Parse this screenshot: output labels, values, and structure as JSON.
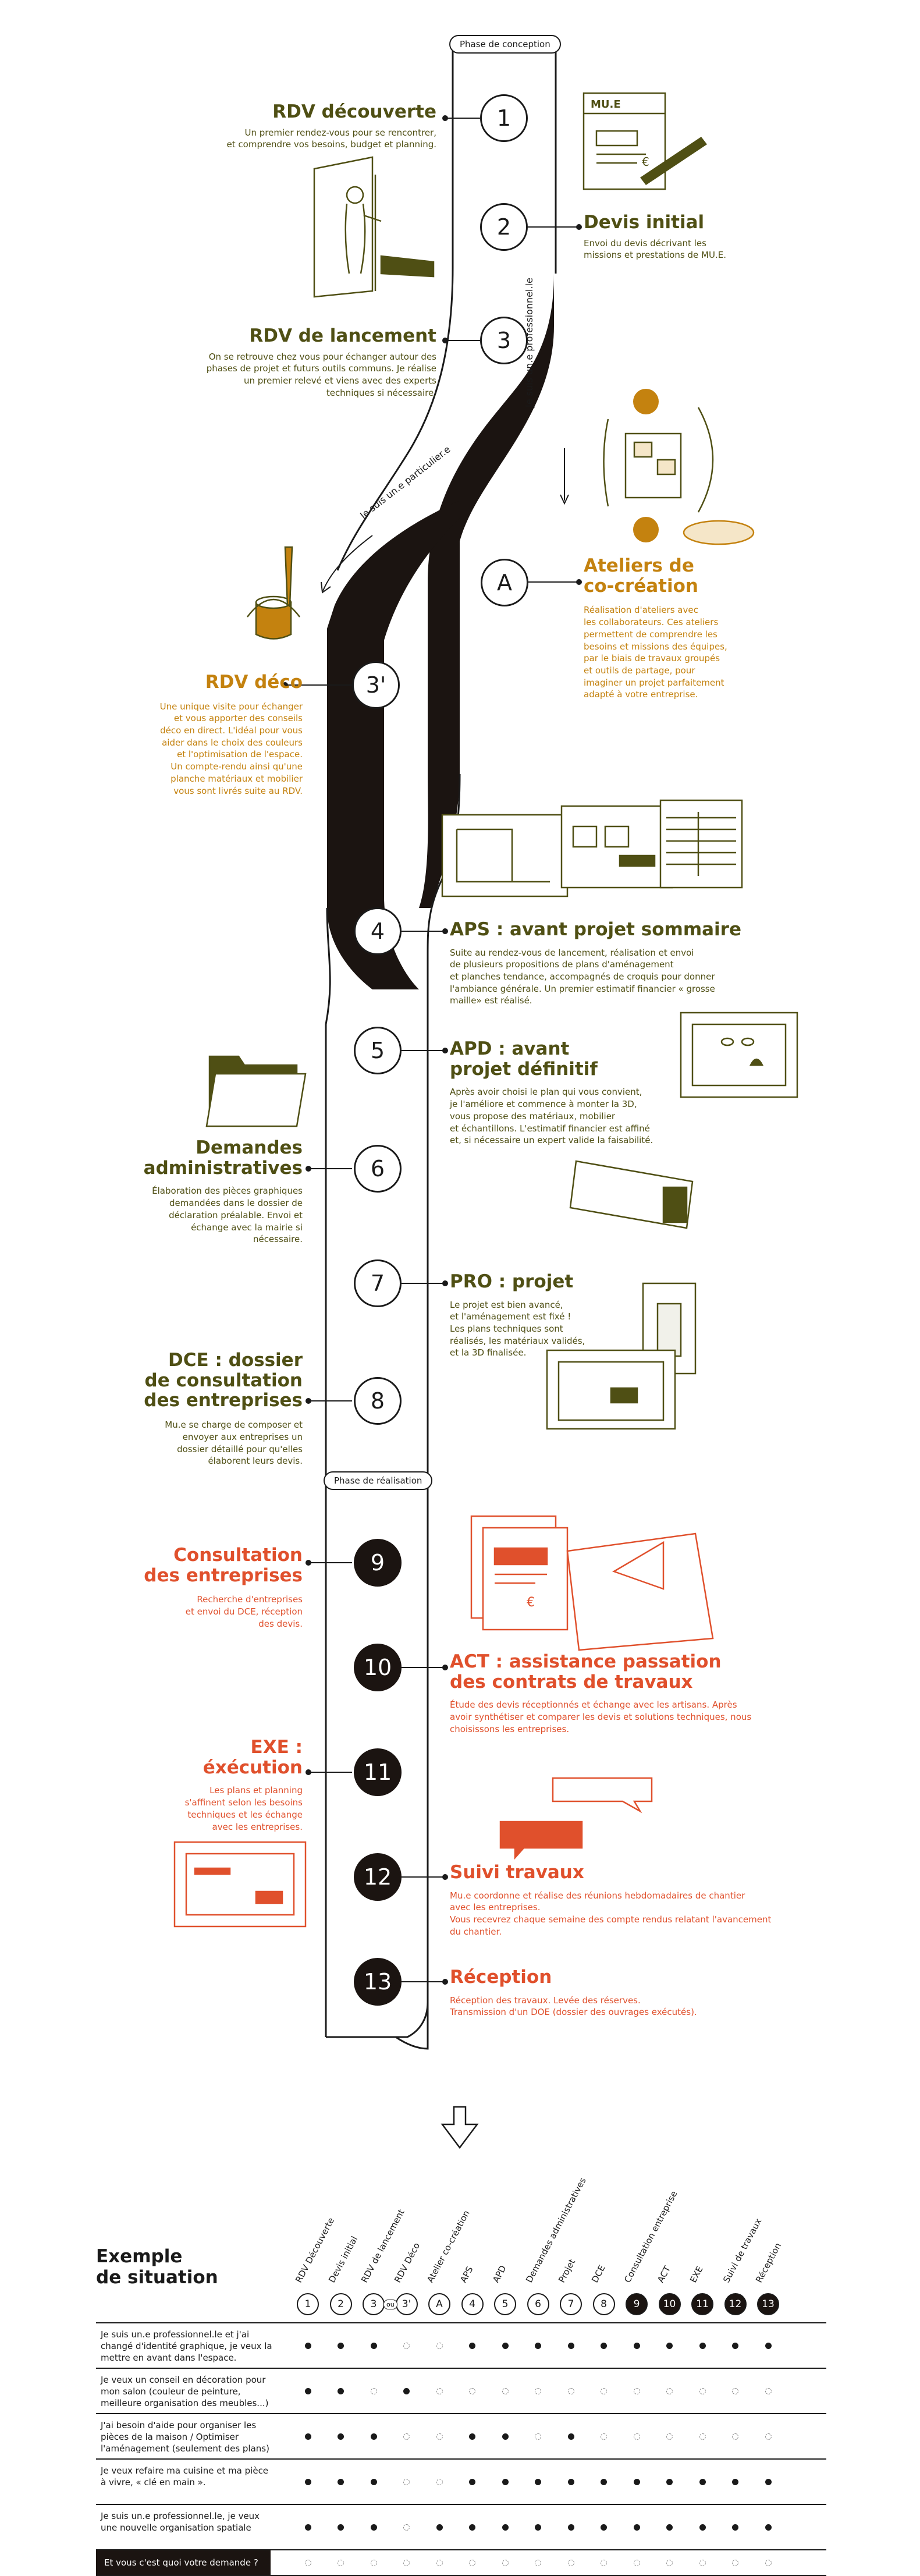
{
  "phases": {
    "conception": "Phase de conception",
    "realisation": "Phase de réalisation"
  },
  "paths": {
    "professional": "Je suis un.e professionnel.le",
    "private": "Je suis un.e particulier.e"
  },
  "steps": [
    {
      "num": "1",
      "title": "RDV découverte",
      "desc": "Un premier rendez-vous pour se rencontrer,\net comprendre vos besoins, budget et planning."
    },
    {
      "num": "2",
      "title": "Devis initial",
      "desc": "Envoi du devis décrivant les\nmissions et prestations de MU.E."
    },
    {
      "num": "3",
      "title": "RDV de lancement",
      "desc": "On se retrouve chez vous pour échanger autour des\nphases de projet et futurs outils communs. Je réalise\nun premier relevé et viens avec des experts\ntechniques si nécessaire."
    },
    {
      "num": "A",
      "title": "Ateliers de\nco-création",
      "desc": "Réalisation d'ateliers avec\nles collaborateurs. Ces ateliers\npermettent de comprendre les\nbesoins et missions des équipes,\npar le biais de travaux groupés\net outils de partage, pour\nimaginer un projet parfaitement\nadapté à votre entreprise."
    },
    {
      "num": "3'",
      "title": "RDV déco",
      "desc": "Une unique visite pour échanger\net vous apporter des conseils\ndéco en direct. L'idéal pour vous\naider dans le choix des couleurs\net l'optimisation de l'espace.\nUn compte-rendu ainsi qu'une\nplanche matériaux et mobilier\nvous sont livrés suite au RDV."
    },
    {
      "num": "4",
      "title": "APS : avant projet sommaire",
      "desc": "Suite au rendez-vous de lancement, réalisation et envoi\nde plusieurs propositions de plans d'aménagement\net planches tendance, accompagnés de croquis pour donner\nl'ambiance générale. Un premier estimatif financier « grosse\nmaille» est réalisé."
    },
    {
      "num": "5",
      "title": "APD : avant\nprojet définitif",
      "desc": "Après avoir choisi le plan qui vous convient,\nje l'améliore et commence à monter la 3D,\nvous propose des matériaux, mobilier\net échantillons. L'estimatif financier est affiné\net, si nécessaire un expert valide la faisabilité."
    },
    {
      "num": "6",
      "title": "Demandes\nadministratives",
      "desc": "Élaboration des pièces graphiques\ndemandées dans le dossier de\ndéclaration préalable. Envoi et\néchange avec la mairie si\nnécessaire."
    },
    {
      "num": "7",
      "title": "PRO : projet",
      "desc": "Le projet est bien avancé,\net l'aménagement est fixé !\nLes plans techniques sont\nréalisés, les matériaux validés,\net la 3D finalisée."
    },
    {
      "num": "8",
      "title": "DCE : dossier\nde consultation\ndes entreprises",
      "desc": "Mu.e se charge de composer et\nenvoyer aux entreprises un\ndossier détaillé pour qu'elles\nélaborent leurs devis."
    },
    {
      "num": "9",
      "title": "Consultation\ndes entreprises",
      "desc": "Recherche d'entreprises\net envoi du DCE, réception\ndes devis."
    },
    {
      "num": "10",
      "title": "ACT : assistance passation\ndes contrats de travaux",
      "desc": "Étude des devis réceptionnés et échange avec les artisans. Après\navoir synthétiser et comparer les devis et solutions techniques, nous\nchoisissons les entreprises."
    },
    {
      "num": "11",
      "title": "EXE :\néxécution",
      "desc": "Les plans et planning\ns'affinent selon les besoins\ntechniques et les échange\navec les entreprises."
    },
    {
      "num": "12",
      "title": "Suivi travaux",
      "desc": "Mu.e coordonne et réalise des réunions hebdomadaires de chantier\navec les entreprises.\nVous recevrez chaque semaine des compte rendus relatant l'avancement\ndu chantier."
    },
    {
      "num": "13",
      "title": "Réception",
      "desc": "Réception des travaux. Levée des réserves.\nTransmission d'un DOE (dossier des ouvrages exécutés)."
    }
  ],
  "illustrations": {
    "devis_label": "MU.E",
    "devis_currency": "€",
    "consultation_currency": "€"
  },
  "matrix": {
    "title": "Exemple\nde situation",
    "or_label": "ou",
    "columns": [
      {
        "num": "1",
        "label": "RDV Découverte",
        "dark": false
      },
      {
        "num": "2",
        "label": "Devis initial",
        "dark": false
      },
      {
        "num": "3",
        "label": "RDV de lancement",
        "dark": false
      },
      {
        "num": "3'",
        "label": "RDV Déco",
        "dark": false
      },
      {
        "num": "A",
        "label": "Atelier co-création",
        "dark": false
      },
      {
        "num": "4",
        "label": "APS",
        "dark": false
      },
      {
        "num": "5",
        "label": "APD",
        "dark": false
      },
      {
        "num": "6",
        "label": "Demandes administratives",
        "dark": false
      },
      {
        "num": "7",
        "label": "Projet",
        "dark": false
      },
      {
        "num": "8",
        "label": "DCE",
        "dark": false
      },
      {
        "num": "9",
        "label": "Consultation entreprise",
        "dark": true
      },
      {
        "num": "10",
        "label": "ACT",
        "dark": true
      },
      {
        "num": "11",
        "label": "EXE",
        "dark": true
      },
      {
        "num": "12",
        "label": "Suivi de travaux",
        "dark": true
      },
      {
        "num": "13",
        "label": "Réception",
        "dark": true
      }
    ],
    "rows": [
      {
        "question": "Je suis un.e professionnel.le et j'ai changé d'identité graphique, je veux la mettre en avant dans l'espace.",
        "cells": [
          1,
          1,
          1,
          0,
          0,
          1,
          1,
          1,
          1,
          1,
          1,
          1,
          1,
          1,
          1
        ]
      },
      {
        "question": "Je veux un conseil en décoration pour mon salon (couleur de peinture, meilleure organisation des meubles...)",
        "cells": [
          1,
          1,
          0,
          1,
          0,
          0,
          0,
          0,
          0,
          0,
          0,
          0,
          0,
          0,
          0
        ]
      },
      {
        "question": "J'ai besoin d'aide pour organiser les pièces de la maison / Optimiser l'aménagement (seulement des plans)",
        "cells": [
          1,
          1,
          1,
          0,
          0,
          1,
          1,
          0,
          1,
          0,
          0,
          0,
          0,
          0,
          0
        ]
      },
      {
        "question": "Je veux refaire ma cuisine et ma pièce à vivre, « clé en main ».",
        "cells": [
          1,
          1,
          1,
          0,
          0,
          1,
          1,
          1,
          1,
          1,
          1,
          1,
          1,
          1,
          1
        ]
      },
      {
        "question": "Je suis un.e professionnel.le, je veux une nouvelle organisation spatiale",
        "cells": [
          1,
          1,
          1,
          0,
          1,
          1,
          1,
          1,
          1,
          1,
          1,
          1,
          1,
          1,
          1
        ]
      }
    ],
    "cta": "Et vous c'est quoi votre demande ?"
  }
}
